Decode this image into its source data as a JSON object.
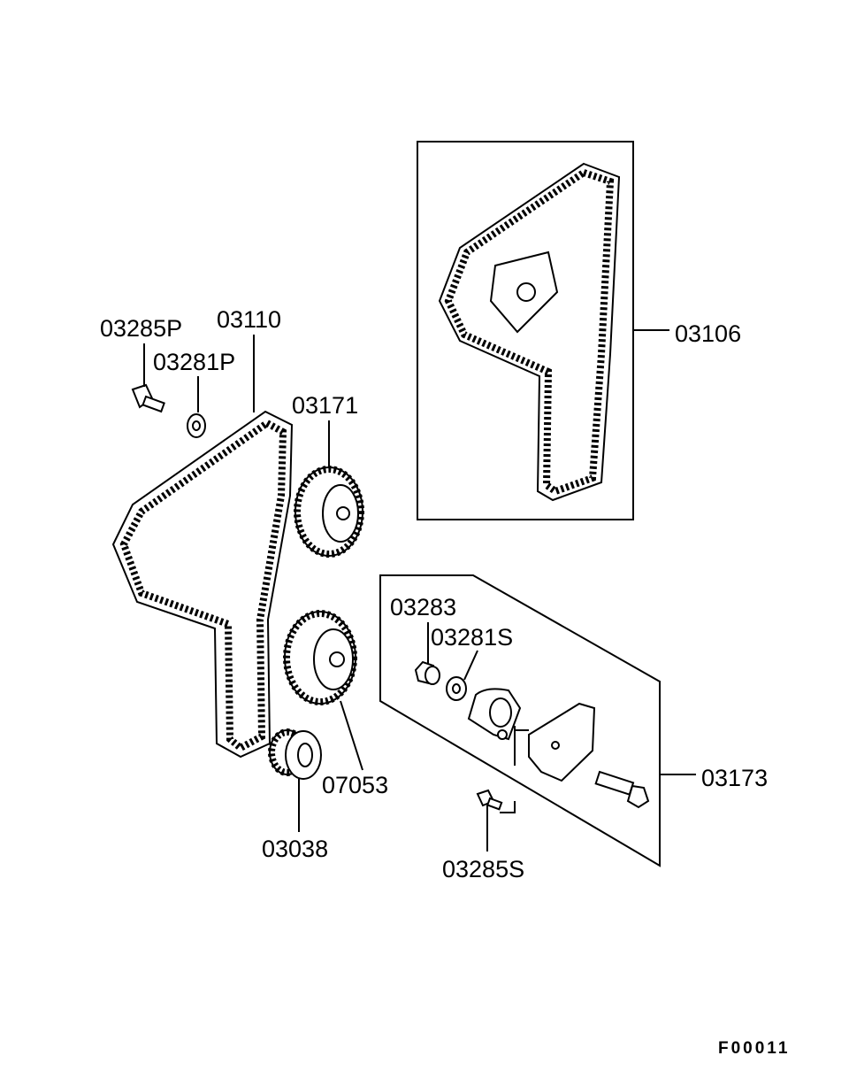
{
  "diagram": {
    "figure_code": "F00011",
    "parts": {
      "p03285P": "03285P",
      "p03110": "03110",
      "p03281P": "03281P",
      "p03171": "03171",
      "p03106": "03106",
      "p03283": "03283",
      "p03281S": "03281S",
      "p07053": "07053",
      "p03173": "03173",
      "p03038": "03038",
      "p03285S": "03285S"
    }
  }
}
